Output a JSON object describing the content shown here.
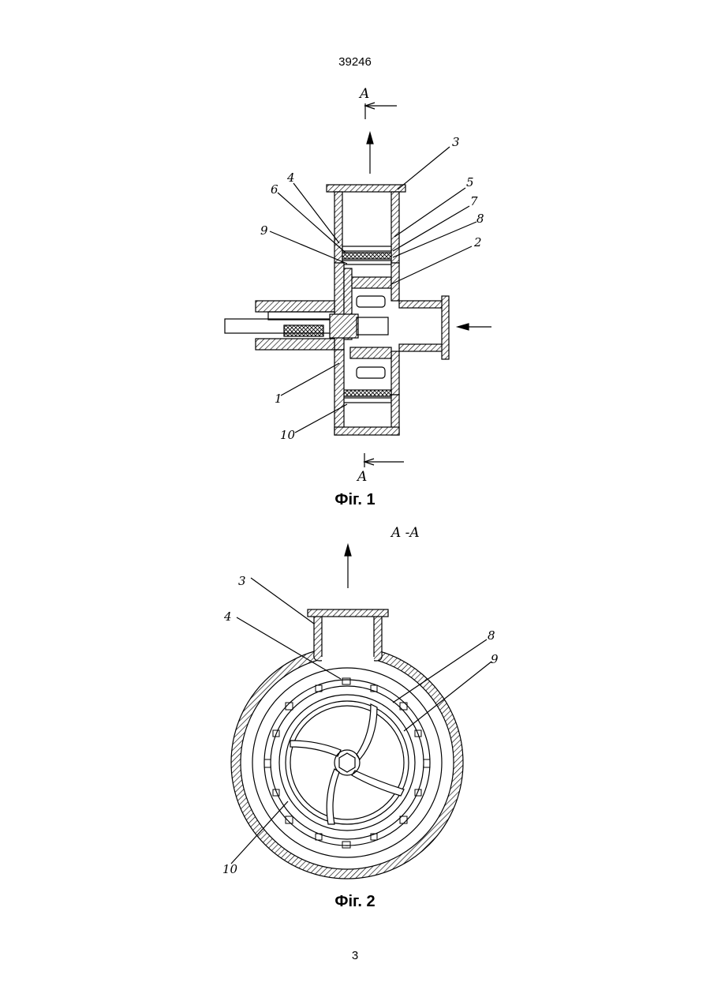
{
  "header": {
    "doc_number": "39246"
  },
  "footer": {
    "page_number": "3"
  },
  "figures": [
    {
      "caption": "Фіг. 1",
      "section_marks": [
        "A",
        "A"
      ],
      "part_labels": [
        "3",
        "4",
        "6",
        "5",
        "7",
        "8",
        "9",
        "2",
        "1",
        "10"
      ]
    },
    {
      "caption": "Фіг. 2",
      "section_title": "A -A",
      "part_labels": [
        "3",
        "4",
        "8",
        "9",
        "10"
      ]
    }
  ]
}
